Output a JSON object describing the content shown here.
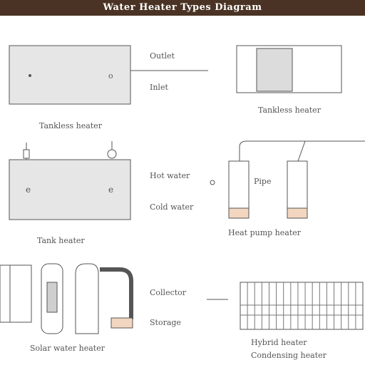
{
  "header": {
    "title": "Water Heater Types Diagram"
  },
  "colors": {
    "header_bg": "#4a3324",
    "line": "#555555",
    "panel_fill": "#e6e6e6",
    "accent_fill": "#f2d6bf"
  },
  "labels": {
    "tank_outlet": "Outlet",
    "tank_inlet": "Inlet",
    "tankless_caption": "Tankless heater",
    "tank_hot": "Hot water",
    "tank_cold": "Cold water",
    "tank_caption": "Tank heater",
    "pump_pipe": "Pipe",
    "pump_caption": "Heat pump heater",
    "solar_caption": "Solar water heater",
    "solar_collector": "Collector",
    "solar_storage": "Storage",
    "hybrid_caption_1": "Hybrid heater",
    "hybrid_caption_2": "Condensing heater"
  }
}
